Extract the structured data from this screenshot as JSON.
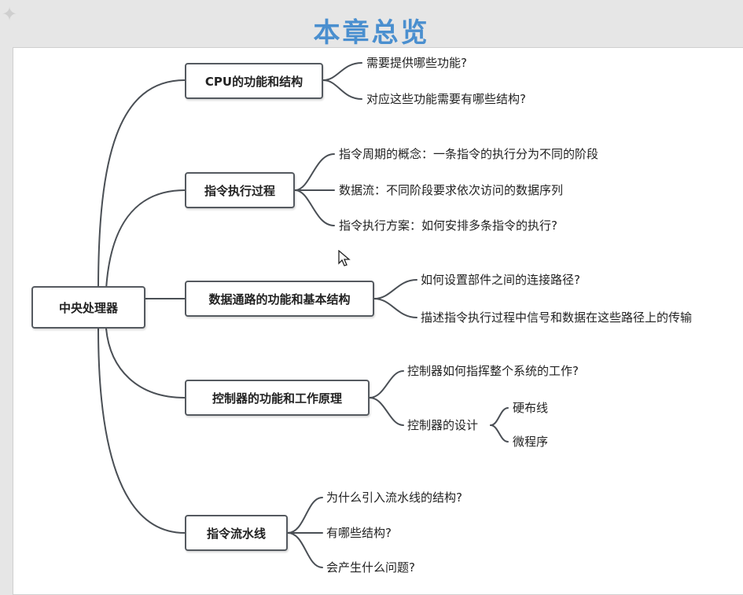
{
  "header": {
    "title": "本章总览"
  },
  "mindmap": {
    "root": "中央处理器",
    "branches": [
      {
        "label": "CPU的功能和结构",
        "children": [
          "需要提供哪些功能?",
          "对应这些功能需要有哪些结构?"
        ]
      },
      {
        "label": "指令执行过程",
        "children": [
          "指令周期的概念：一条指令的执行分为不同的阶段",
          "数据流：不同阶段要求依次访问的数据序列",
          "指令执行方案：如何安排多条指令的执行?"
        ]
      },
      {
        "label": "数据通路的功能和基本结构",
        "children": [
          "如何设置部件之间的连接路径?",
          "描述指令执行过程中信号和数据在这些路径上的传输"
        ]
      },
      {
        "label": "控制器的功能和工作原理",
        "children": [
          "控制器如何指挥整个系统的工作?",
          "控制器的设计"
        ],
        "design_children": [
          "硬布线",
          "微程序"
        ]
      },
      {
        "label": "指令流水线",
        "children": [
          "为什么引入流水线的结构?",
          "有哪些结构?",
          "会产生什么问题?"
        ]
      }
    ]
  }
}
